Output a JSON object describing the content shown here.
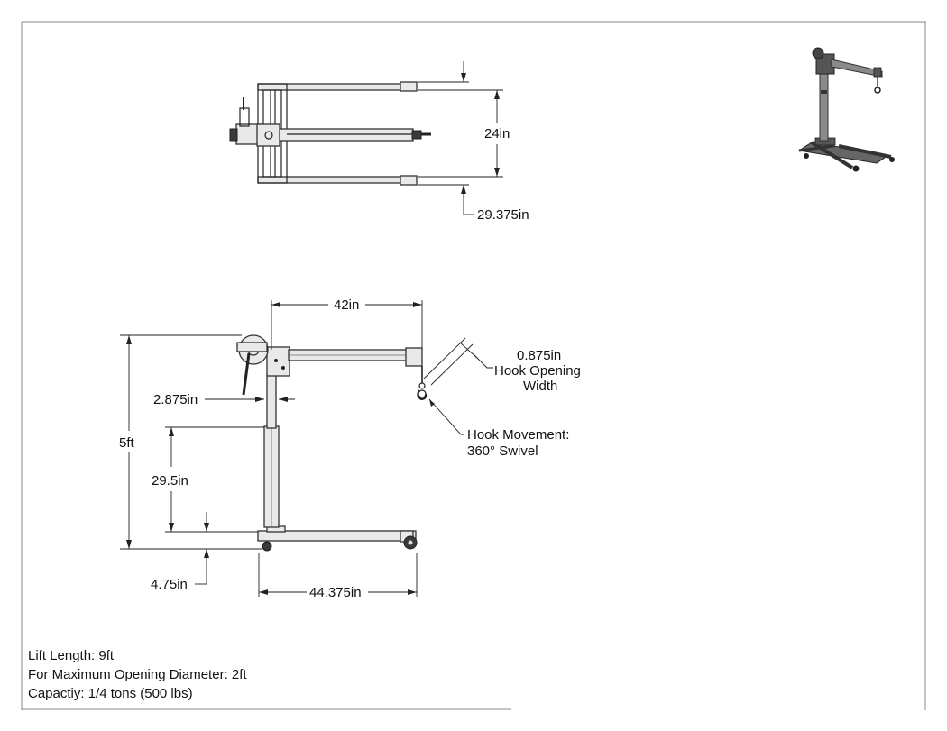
{
  "labels": {
    "top_width": "24in",
    "top_overall": "29.375in",
    "boom_reach": "42in",
    "hook_opening_value": "0.875in",
    "hook_opening_line1": "Hook Opening",
    "hook_opening_line2": "Width",
    "mast_offset": "2.875in",
    "hook_movement_line1": "Hook Movement:",
    "hook_movement_line2": "360° Swivel",
    "total_height": "5ft",
    "mast_adjust": "29.5in",
    "base_height": "4.75in",
    "base_length": "44.375in"
  },
  "specs": {
    "lift_length": "Lift Length: 9ft",
    "max_opening": "For Maximum Opening Diameter: 2ft",
    "capacity": "Capactiy: 1/4 tons (500 lbs)"
  },
  "colors": {
    "line": "#222222",
    "frame": "#888888",
    "part_fill": "#e9e9e9",
    "dark_part": "#3a3a3a"
  }
}
